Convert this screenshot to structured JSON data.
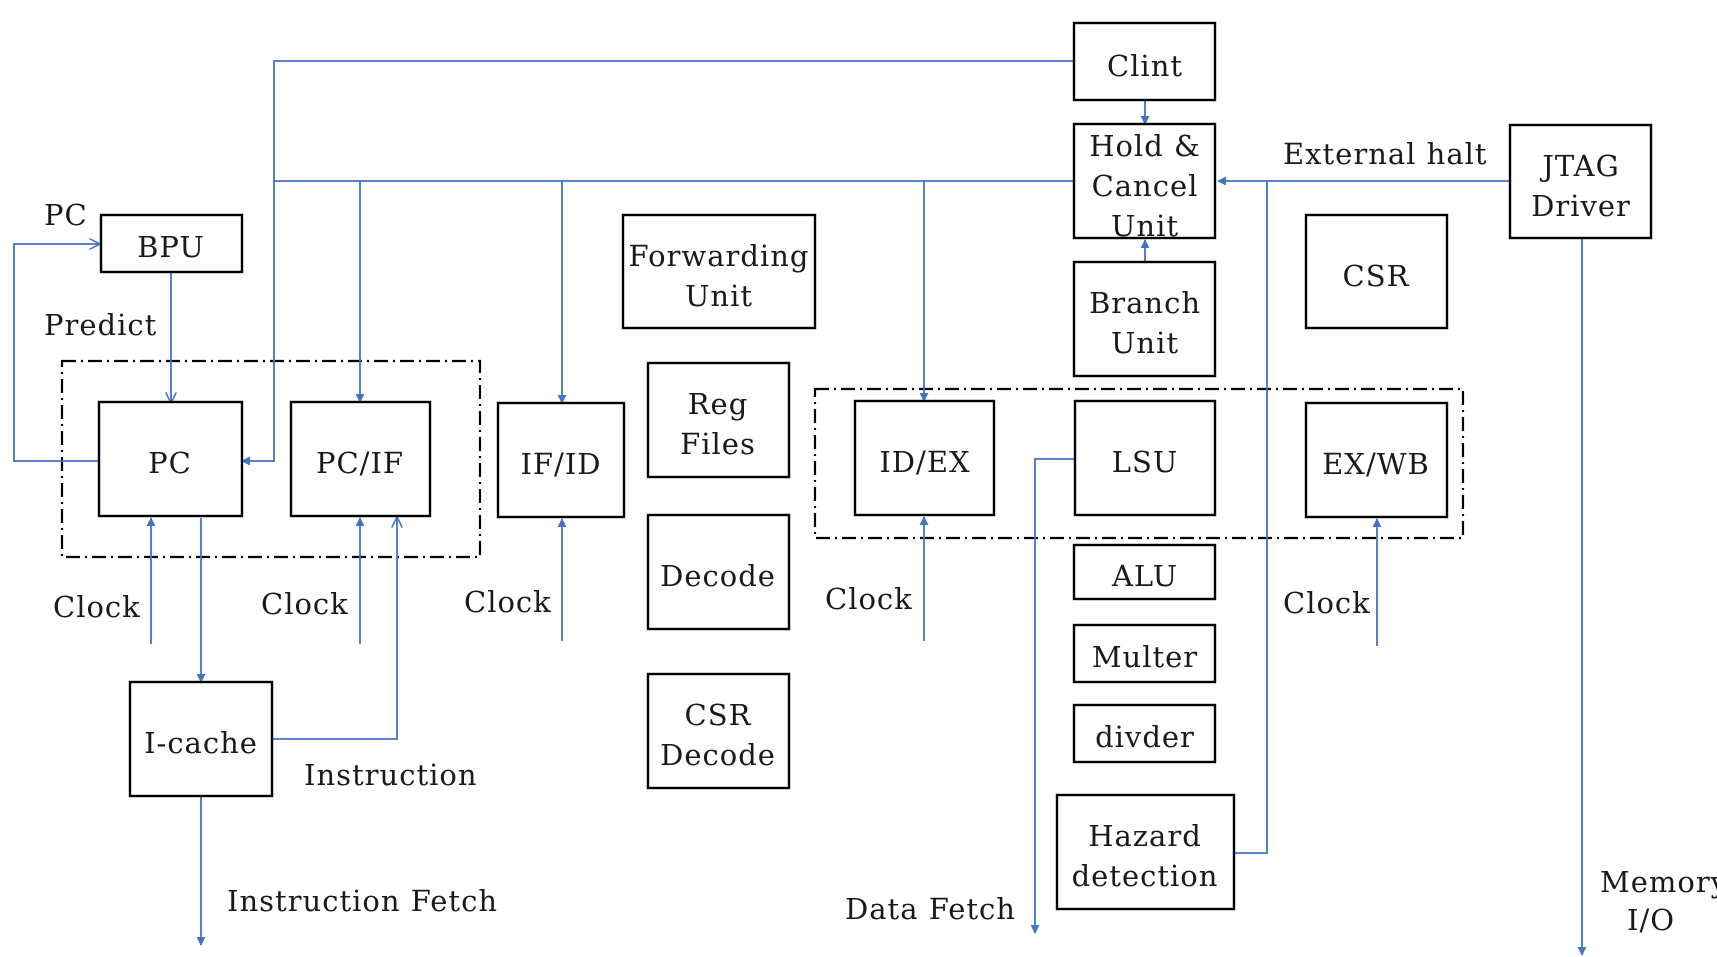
{
  "colors": {
    "wire": "#4472C4",
    "box_border": "#000000",
    "text": "#1a1a1a",
    "background": "#ffffff"
  },
  "boxes": {
    "clint": [
      "Clint"
    ],
    "hold_cancel": [
      "Hold &",
      "Cancel",
      "Unit"
    ],
    "jtag": [
      "JTAG",
      "Driver"
    ],
    "bpu": [
      "BPU"
    ],
    "forwarding": [
      "Forwarding",
      "Unit"
    ],
    "branch": [
      "Branch",
      "Unit"
    ],
    "csr": [
      "CSR"
    ],
    "pc": [
      "PC"
    ],
    "pc_if": [
      "PC/IF"
    ],
    "if_id": [
      "IF/ID"
    ],
    "reg_files": [
      "Reg",
      "Files"
    ],
    "id_ex": [
      "ID/EX"
    ],
    "lsu": [
      "LSU"
    ],
    "ex_wb": [
      "EX/WB"
    ],
    "decode": [
      "Decode"
    ],
    "alu": [
      "ALU"
    ],
    "multer": [
      "Multer"
    ],
    "divder": [
      "divder"
    ],
    "csr_decode": [
      "CSR",
      "Decode"
    ],
    "i_cache": [
      "I-cache"
    ],
    "hazard": [
      "Hazard",
      "detection"
    ]
  },
  "labels": {
    "pc": "PC",
    "predict": "Predict",
    "external_halt": "External halt",
    "clock_pc": "Clock",
    "clock_pcif": "Clock",
    "clock_ifid": "Clock",
    "clock_idex": "Clock",
    "clock_exwb": "Clock",
    "instruction": "Instruction",
    "instruction_fetch": "Instruction Fetch",
    "data_fetch": "Data Fetch",
    "memory_io": [
      "Memory",
      "I/O"
    ]
  }
}
